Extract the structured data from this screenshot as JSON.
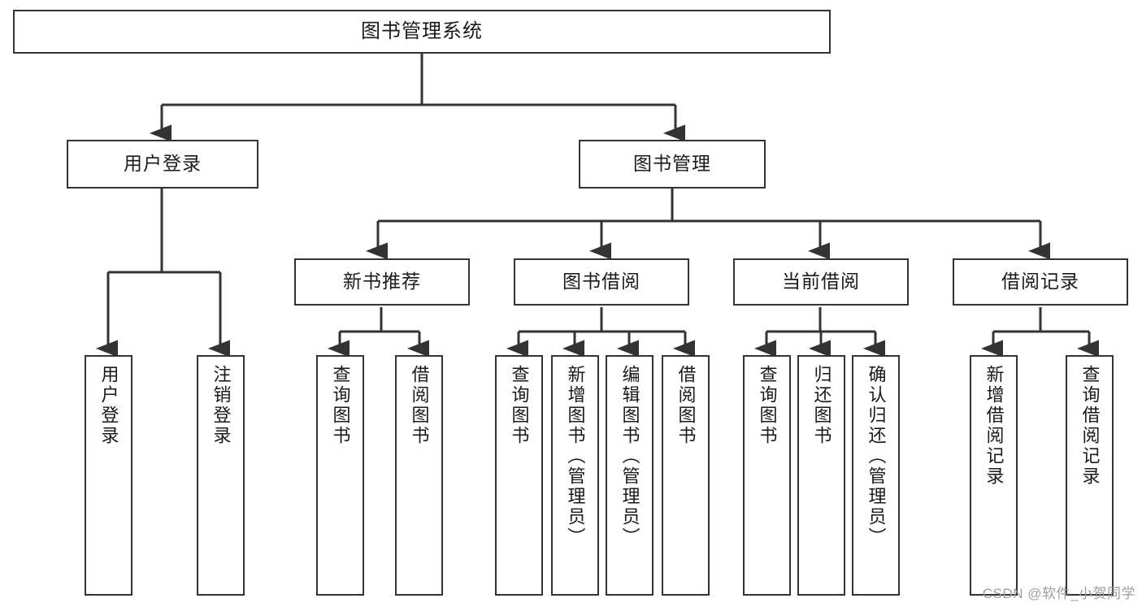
{
  "diagram": {
    "title": "图书管理系统",
    "type": "tree-hierarchy-chart",
    "root": {
      "id": "root",
      "label": "图书管理系统"
    },
    "level1": [
      {
        "id": "user-login",
        "label": "用户登录"
      },
      {
        "id": "book-manage",
        "label": "图书管理"
      }
    ],
    "level2": [
      {
        "id": "new-book-recommend",
        "label": "新书推荐",
        "parent": "book-manage"
      },
      {
        "id": "book-borrow",
        "label": "图书借阅",
        "parent": "book-manage"
      },
      {
        "id": "current-borrow",
        "label": "当前借阅",
        "parent": "book-manage"
      },
      {
        "id": "borrow-record",
        "label": "借阅记录",
        "parent": "book-manage"
      }
    ],
    "leaves": [
      {
        "id": "leaf-user-login",
        "label": "用户登录",
        "parent": "user-login"
      },
      {
        "id": "leaf-user-logout",
        "label": "注销登录",
        "parent": "user-login"
      },
      {
        "id": "leaf-query-book-1",
        "label": "查询图书",
        "parent": "new-book-recommend"
      },
      {
        "id": "leaf-borrow-book-1",
        "label": "借阅图书",
        "parent": "new-book-recommend"
      },
      {
        "id": "leaf-query-book-2",
        "label": "查询图书",
        "parent": "book-borrow"
      },
      {
        "id": "leaf-add-book",
        "label": "新增图书（管理员）",
        "parent": "book-borrow"
      },
      {
        "id": "leaf-edit-book",
        "label": "编辑图书（管理员）",
        "parent": "book-borrow"
      },
      {
        "id": "leaf-borrow-book-2",
        "label": "借阅图书",
        "parent": "book-borrow"
      },
      {
        "id": "leaf-query-book-3",
        "label": "查询图书",
        "parent": "current-borrow"
      },
      {
        "id": "leaf-return-book",
        "label": "归还图书",
        "parent": "current-borrow"
      },
      {
        "id": "leaf-confirm-return",
        "label": "确认归还（管理员）",
        "parent": "current-borrow"
      },
      {
        "id": "leaf-add-record",
        "label": "新增借阅记录",
        "parent": "borrow-record"
      },
      {
        "id": "leaf-query-record",
        "label": "查询借阅记录",
        "parent": "borrow-record"
      }
    ],
    "watermark": "CSDN @软件_小贺同学",
    "colors": {
      "stroke": "#333333",
      "background": "#ffffff",
      "text": "#1a1a1a",
      "watermark": "#9e9e9e"
    }
  }
}
